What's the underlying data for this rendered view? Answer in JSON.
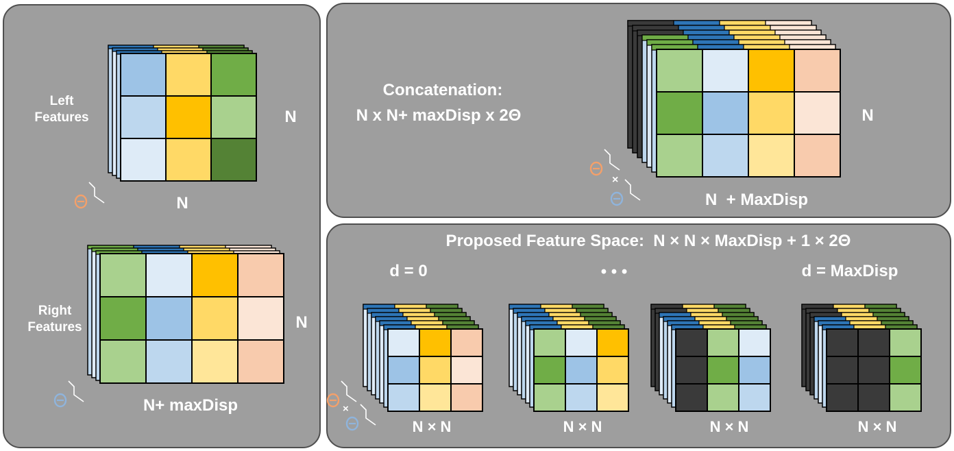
{
  "colors": {
    "panel": "#9e9e9e",
    "panel_border": "#4f4f4f",
    "text": "#ffffff",
    "theta_left": "#f4a06a",
    "theta_right": "#8fb4dc",
    "cell_border": "#000000",
    "palette": {
      "blue_mid": "#9dc3e6",
      "blue_light": "#bdd7ee",
      "blue_pale": "#deebf7",
      "blue_dark": "#2e75b6",
      "yellow_light": "#ffd966",
      "yellow_pale": "#ffe699",
      "gold": "#ffc000",
      "green_mid": "#70ad47",
      "green_light": "#a9d18e",
      "green_dark": "#548235",
      "peach": "#f8cbad",
      "peach_pale": "#fbe5d6",
      "black": "#3a3a3a"
    }
  },
  "left_panel": {
    "left_features_label": "Left\nFeatures",
    "left_height_label": "N",
    "left_width_label": "N",
    "right_features_label": "Right\nFeatures",
    "right_height_label": "N",
    "right_width_label": "N+ maxDisp",
    "theta_symbol": "Θ"
  },
  "concat_panel": {
    "title_line1": "Concatenation:",
    "title_line2": "N x N+ maxDisp x 2Θ",
    "height_label": "N",
    "width_label": "N  + MaxDisp",
    "theta_symbol": "Θ",
    "times_symbol": "×"
  },
  "proposed_panel": {
    "title": "Proposed Feature Space:  N × N × MaxDisp + 1 × 2Θ",
    "d_start_label": "d = 0",
    "ellipsis": "• • •",
    "d_end_label": "d = MaxDisp",
    "slice_labels": [
      "N × N",
      "N × N",
      "N × N",
      "N × N"
    ],
    "theta_symbol": "Θ",
    "times_symbol": "×"
  },
  "grids": {
    "left_features": [
      [
        "blue_mid",
        "yellow_light",
        "green_mid"
      ],
      [
        "blue_light",
        "gold",
        "green_light"
      ],
      [
        "blue_pale",
        "yellow_light",
        "green_dark"
      ]
    ],
    "left_back": [
      "blue_dark",
      "yellow_light",
      "green_dark"
    ],
    "right_features": [
      [
        "green_light",
        "blue_pale",
        "gold",
        "peach"
      ],
      [
        "green_mid",
        "blue_mid",
        "yellow_light",
        "peach_pale"
      ],
      [
        "green_light",
        "blue_light",
        "yellow_pale",
        "peach"
      ]
    ],
    "right_back": [
      "green_mid",
      "blue_dark",
      "yellow_light",
      "peach_pale"
    ],
    "concat": [
      [
        "green_light",
        "blue_pale",
        "gold",
        "peach"
      ],
      [
        "green_mid",
        "blue_mid",
        "yellow_light",
        "peach_pale"
      ],
      [
        "green_light",
        "blue_light",
        "yellow_pale",
        "peach"
      ]
    ],
    "slice_d0": [
      [
        "blue_pale",
        "gold",
        "peach"
      ],
      [
        "blue_mid",
        "yellow_light",
        "peach_pale"
      ],
      [
        "blue_light",
        "yellow_pale",
        "peach"
      ]
    ],
    "slice_d1": [
      [
        "green_light",
        "blue_pale",
        "gold"
      ],
      [
        "green_mid",
        "blue_mid",
        "yellow_light"
      ],
      [
        "green_light",
        "blue_light",
        "yellow_pale"
      ]
    ],
    "slice_d2": [
      [
        "black",
        "green_light",
        "blue_pale"
      ],
      [
        "black",
        "green_mid",
        "blue_mid"
      ],
      [
        "black",
        "green_light",
        "blue_light"
      ]
    ],
    "slice_dmax": [
      [
        "black",
        "black",
        "green_light"
      ],
      [
        "black",
        "black",
        "green_mid"
      ],
      [
        "black",
        "black",
        "green_light"
      ]
    ]
  }
}
